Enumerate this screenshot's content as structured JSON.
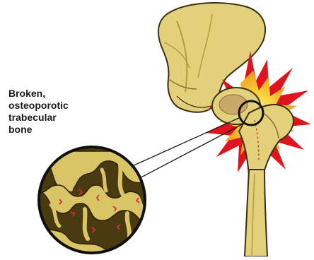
{
  "callout": {
    "lines": [
      "Broken,",
      "osteoporotic",
      "trabecular",
      "bone"
    ]
  },
  "colors": {
    "bone_fill": "#e3d07a",
    "bone_dark": "#b59a3e",
    "bone_outline": "#3a2f14",
    "trabecular_fill": "#d9c565",
    "trabecular_bg": "#4a3a10",
    "burst_outer": "#e0141e",
    "burst_inner": "#f7d23a",
    "fracture_mark": "#d8303a"
  }
}
